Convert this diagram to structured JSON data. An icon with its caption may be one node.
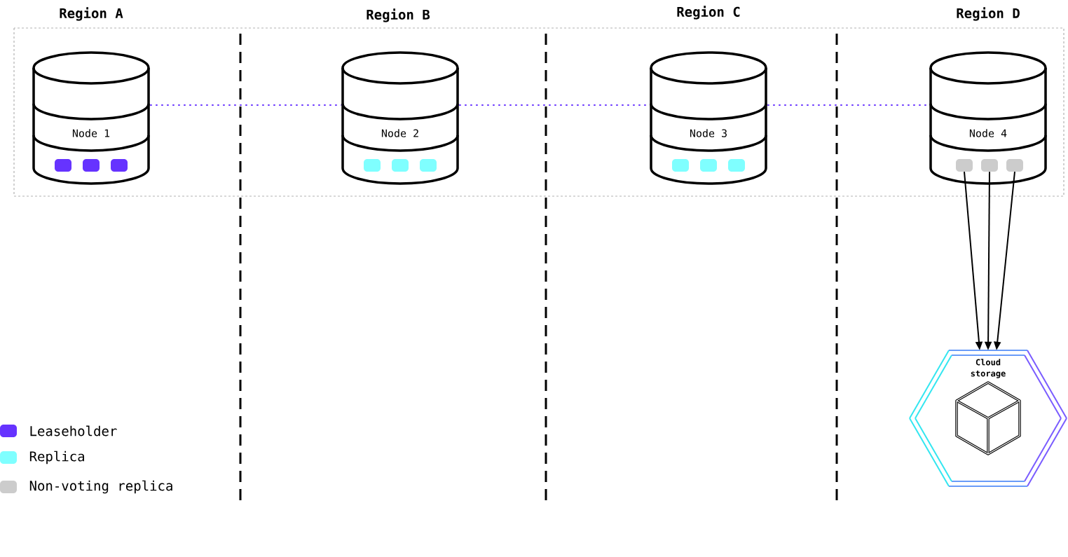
{
  "diagram": {
    "nodes": [
      {
        "text": [
          "Node 1"
        ]
      },
      {
        "text": [
          "Node 2"
        ]
      },
      {
        "text": [
          "Node 3"
        ]
      },
      {
        "text": [
          "Node 4"
        ]
      },
      {
        "text": [],
        "shape": "box",
        "in": 3
      },
      {
        "text": [],
        "shape": "box",
        "in": 3
      },
      {
        "text": [],
        "shape": "box",
        "in": 3
      },
      {
        "text": [
          "Cloud storage"
        ]
      }
    ],
    "edges": [
      {
        "from": 0,
        "to": 1,
        "arrow": "none",
        "style": "dashed",
        "color": "#6633ff"
      },
      {
        "from": 1,
        "to": 2,
        "arrow": "none",
        "style": "dashed",
        "color": "#6633ff"
      },
      {
        "from": 2,
        "to": 3,
        "arrow": "none",
        "style": "dashed",
        "color": "#6633ff"
      },
      {
        "from": 4,
        "to": 7,
        "arrow": "to",
        "color": "#000000"
      },
      {
        "from": 5,
        "to": 7,
        "arrow": "to",
        "color": "#000000"
      },
      {
        "from": 6,
        "to": 7,
        "arrow": "to",
        "color": "#000000"
      }
    ],
    "labels": [
      "Region A",
      "Region B",
      "Region C",
      "Region D"
    ],
    "legend": [
      {
        "text": "Leaseholder",
        "color": "#6633ff"
      },
      {
        "text": "Replica",
        "color": "#7fffff"
      },
      {
        "text": "Non-voting replica",
        "color": "#cccccc"
      }
    ]
  }
}
